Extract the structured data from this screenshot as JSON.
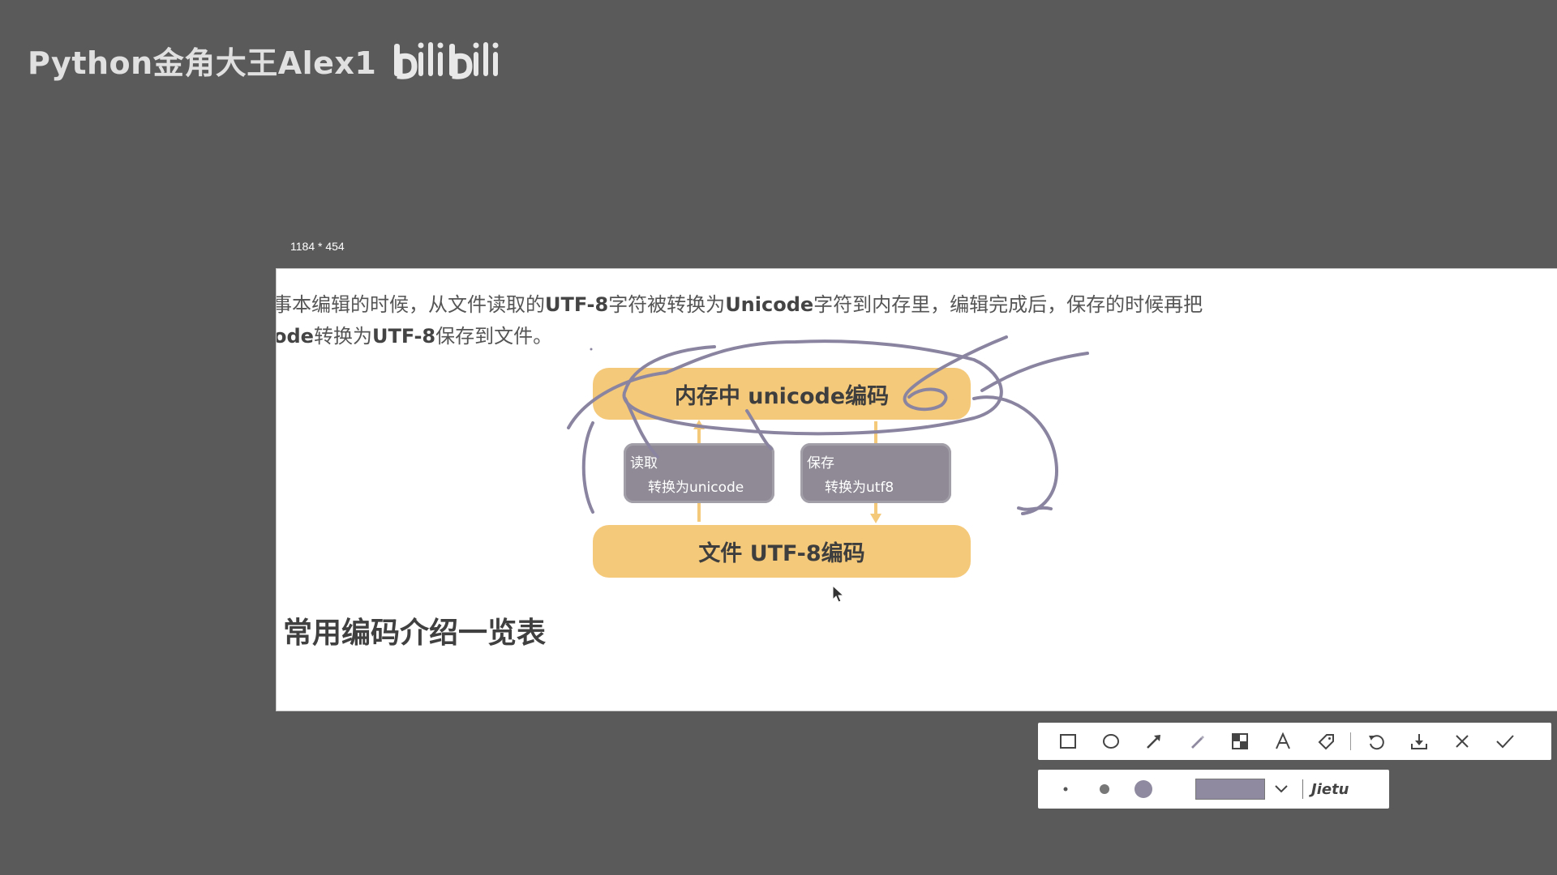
{
  "watermark": {
    "channel_text": "Python金角大王Alex1",
    "logo_text": "bilibili"
  },
  "capture": {
    "dimension_label": "1184 * 454",
    "paragraph_line1": [
      {
        "text": "事本编辑的时候，从文件读取的",
        "bold": false
      },
      {
        "text": "UTF-8",
        "bold": true
      },
      {
        "text": "字符被转换为",
        "bold": false
      },
      {
        "text": "Unicode",
        "bold": true
      },
      {
        "text": "字符到内存里，编辑完成后，保存的时候再把",
        "bold": false
      }
    ],
    "paragraph_line2": [
      {
        "text": "ode",
        "bold": true
      },
      {
        "text": "转换为",
        "bold": false
      },
      {
        "text": "UTF-8",
        "bold": true
      },
      {
        "text": "保存到文件。",
        "bold": false
      }
    ],
    "diagram": {
      "memory_box": "内存中 unicode编码",
      "file_box": "文件 UTF-8编码",
      "read_box": {
        "title": "读取",
        "text": "转换为unicode"
      },
      "save_box": {
        "title": "保存",
        "text": "转换为utf8"
      }
    },
    "section_title": "常用编码介绍一览表"
  },
  "colors": {
    "background": "#5a5a5a",
    "diagram_yellow": "#f5c97a",
    "diagram_gray": "#8f8a95",
    "pen_color": "#8f8a9f",
    "annotation_stroke": "#8a84a0"
  },
  "toolbar": {
    "tools": [
      {
        "name": "rectangle",
        "icon": "rectangle-icon"
      },
      {
        "name": "ellipse",
        "icon": "ellipse-icon"
      },
      {
        "name": "arrow",
        "icon": "arrow-icon"
      },
      {
        "name": "pen",
        "icon": "pen-icon",
        "active": true
      },
      {
        "name": "mosaic",
        "icon": "mosaic-icon"
      },
      {
        "name": "text",
        "icon": "text-icon"
      },
      {
        "name": "tag",
        "icon": "tag-icon"
      }
    ],
    "actions": [
      {
        "name": "undo",
        "icon": "undo-icon"
      },
      {
        "name": "download",
        "icon": "download-icon"
      },
      {
        "name": "close",
        "icon": "close-icon"
      },
      {
        "name": "confirm",
        "icon": "check-icon"
      }
    ]
  },
  "subbar": {
    "sizes": [
      "small",
      "medium",
      "large"
    ],
    "brand_text": "Jietu"
  }
}
